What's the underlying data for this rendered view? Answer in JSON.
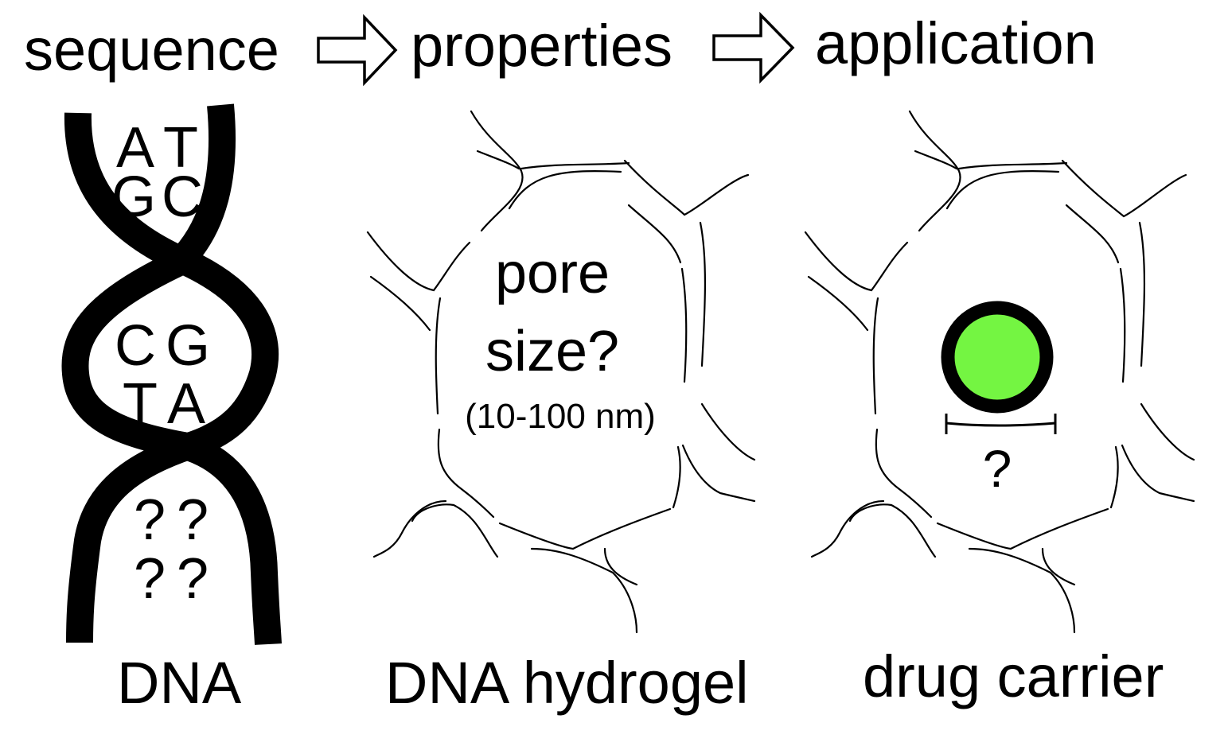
{
  "header": {
    "step1": "sequence",
    "step2": "properties",
    "step3": "application",
    "arrow_icon": "right-outline-arrow"
  },
  "dna": {
    "pairs": [
      [
        "A",
        "T"
      ],
      [
        "G",
        "C"
      ],
      [
        "C",
        "G"
      ],
      [
        "T",
        "A"
      ],
      [
        "?",
        "?"
      ],
      [
        "?",
        "?"
      ]
    ],
    "caption": "DNA"
  },
  "hydrogel": {
    "pore_line1": "pore",
    "pore_line2": "size?",
    "pore_range": "(10-100 nm)",
    "caption": "DNA hydrogel"
  },
  "carrier": {
    "drug_color": "#74f542",
    "size_label": "?",
    "caption": "drug carrier"
  }
}
